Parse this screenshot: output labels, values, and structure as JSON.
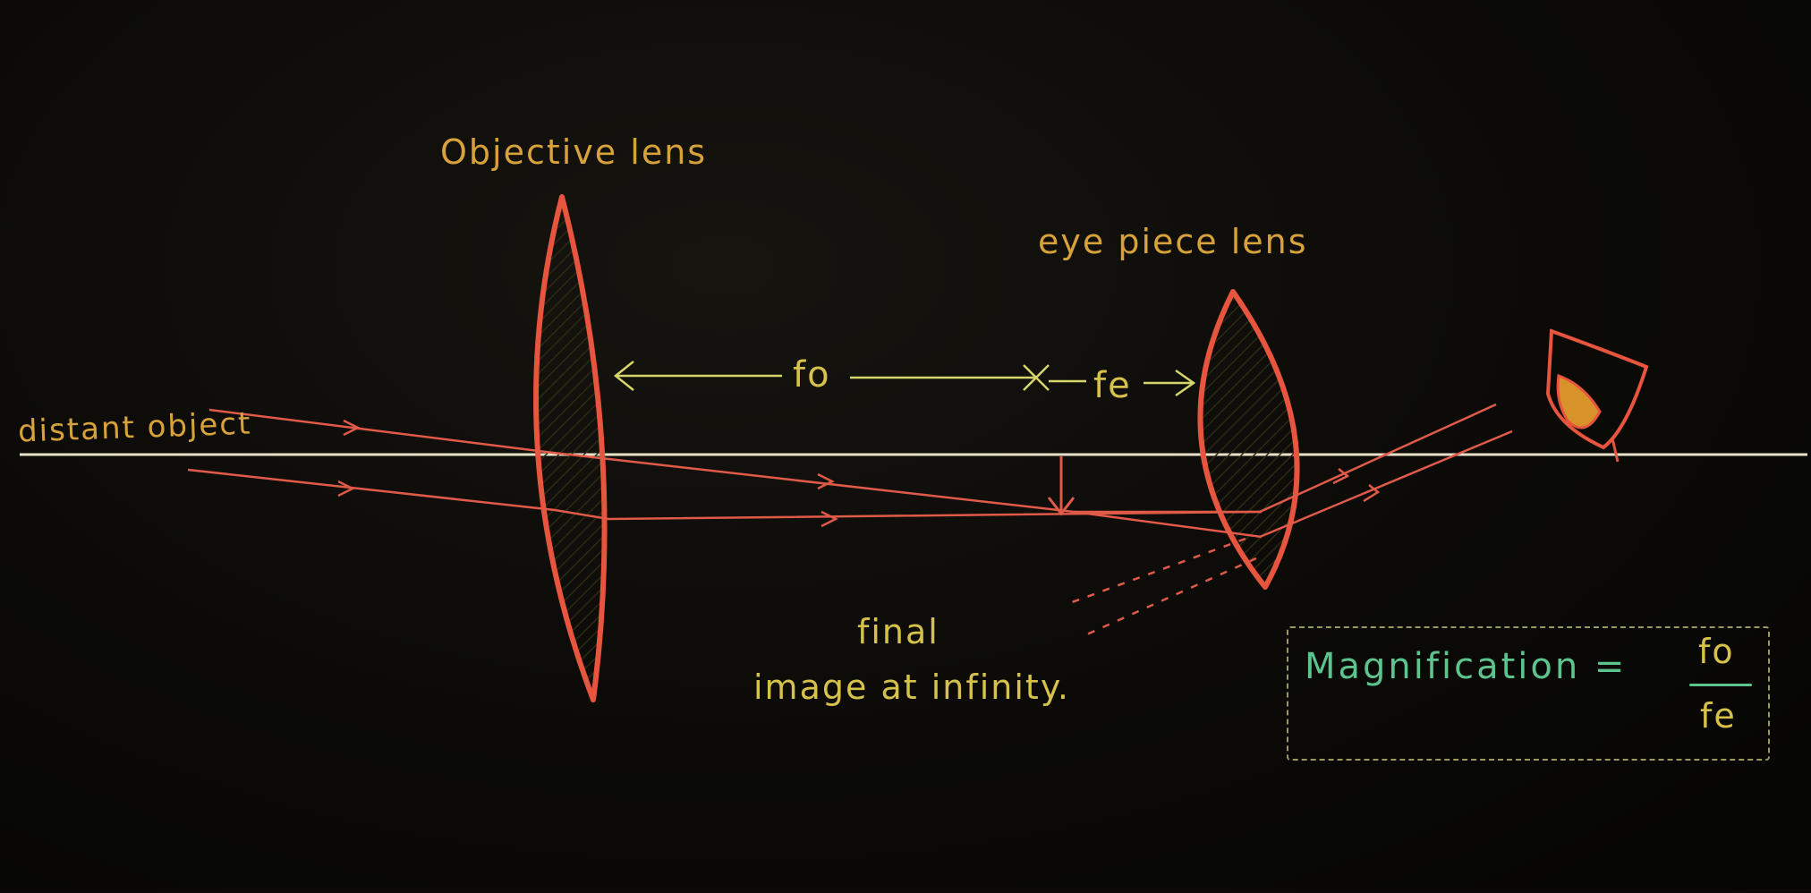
{
  "labels": {
    "objective_lens": "Objective lens",
    "eye_piece_lens": "eye piece lens",
    "distant_object": "distant object",
    "fo": "fo",
    "fe": "fe",
    "final_image_line1": "final",
    "final_image_line2": "image at infinity.",
    "magnification": "Magnification =",
    "fraction_numerator": "fo",
    "fraction_denominator": "fe"
  },
  "colors": {
    "background": "#0a0906",
    "axis": "#e8e0c8",
    "lens_outline": "#e8553e",
    "rays": "#e05a48",
    "focal_annotation": "#d6d66a",
    "label_yellow": "#d6c24a",
    "magnification_text": "#5cc48c"
  }
}
